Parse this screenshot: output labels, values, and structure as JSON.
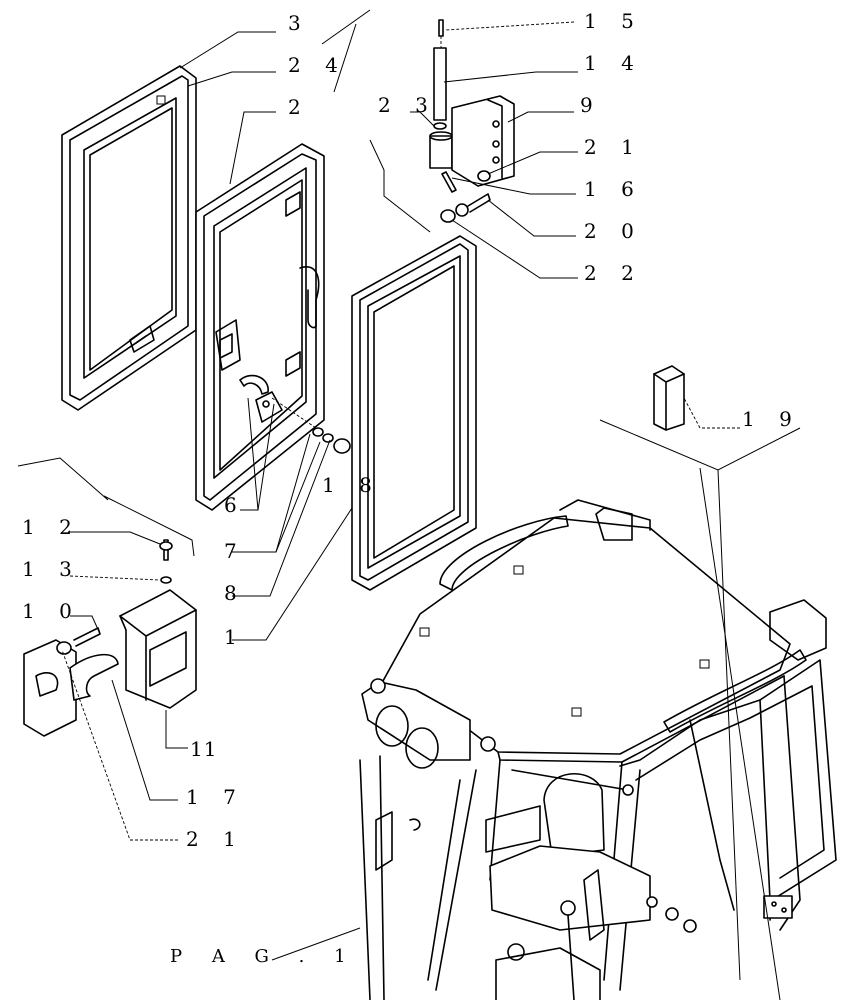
{
  "diagram": {
    "callouts": [
      {
        "id": "c3",
        "label": "3"
      },
      {
        "id": "c24",
        "label": "2 4"
      },
      {
        "id": "c2",
        "label": "2"
      },
      {
        "id": "c15",
        "label": "1 5"
      },
      {
        "id": "c14",
        "label": "1 4"
      },
      {
        "id": "c23",
        "label": "2 3"
      },
      {
        "id": "c9",
        "label": "9"
      },
      {
        "id": "c21a",
        "label": "2 1"
      },
      {
        "id": "c16",
        "label": "1 6"
      },
      {
        "id": "c20",
        "label": "2 0"
      },
      {
        "id": "c22",
        "label": "2 2"
      },
      {
        "id": "c19",
        "label": "1 9"
      },
      {
        "id": "c6",
        "label": "6"
      },
      {
        "id": "c18",
        "label": "1 8"
      },
      {
        "id": "c7",
        "label": "7"
      },
      {
        "id": "c8",
        "label": "8"
      },
      {
        "id": "c1",
        "label": "1"
      },
      {
        "id": "c12",
        "label": "1 2"
      },
      {
        "id": "c13",
        "label": "1 3"
      },
      {
        "id": "c10",
        "label": "1 0"
      },
      {
        "id": "c11",
        "label": "11"
      },
      {
        "id": "c17",
        "label": "1 7"
      },
      {
        "id": "c21b",
        "label": "2 1"
      }
    ],
    "page_reference": "P A G . 1"
  }
}
